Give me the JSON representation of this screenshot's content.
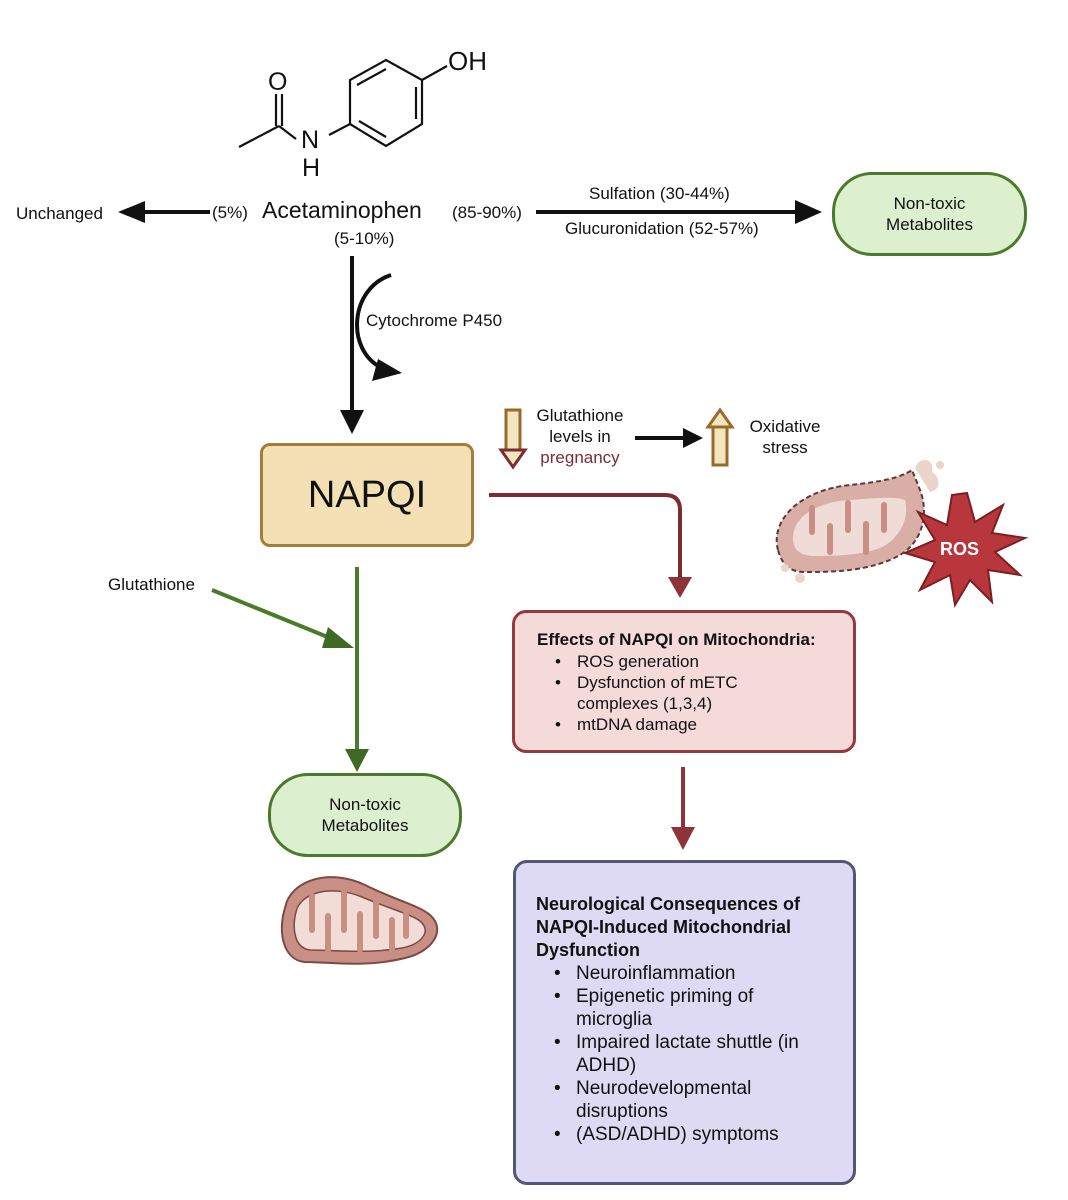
{
  "molecule": {
    "name": "acetaminophen-structure",
    "atoms": {
      "oxygen": "O",
      "nitrogen": "N",
      "hydrogen": "H",
      "hydroxyl": "OH"
    }
  },
  "acetaminophen": {
    "label": "Acetaminophen",
    "left_pct": "(5%)",
    "right_pct": "(85-90%)",
    "down_pct": "(5-10%)"
  },
  "unchanged": {
    "label": "Unchanged"
  },
  "conjugation": {
    "sulfation": "Sulfation (30-44%)",
    "glucuronidation": "Glucuronidation (52-57%)"
  },
  "nontoxic_top": {
    "line1": "Non-toxic",
    "line2": "Metabolites"
  },
  "cyp": {
    "label": "Cytochrome P450"
  },
  "napqi": {
    "label": "NAPQI"
  },
  "glutathione_note": {
    "line1": "Glutathione",
    "line2": "levels in",
    "line3": "pregnancy",
    "oxidative1": "Oxidative",
    "oxidative2": "stress"
  },
  "ros": {
    "label": "ROS"
  },
  "glutathione": {
    "label": "Glutathione"
  },
  "nontoxic_bottom": {
    "line1": "Non-toxic",
    "line2": "Metabolites"
  },
  "effects": {
    "title": "Effects of NAPQI on Mitochondria:",
    "items": [
      "ROS generation",
      "Dysfunction of  mETC complexes (1,3,4)",
      "mtDNA damage"
    ]
  },
  "neuro": {
    "title": "Neurological Consequences of NAPQI-Induced Mitochondrial Dysfunction",
    "items": [
      "Neuroinflammation",
      "Epigenetic priming of microglia",
      "Impaired lactate shuttle (in ADHD)",
      "Neurodevelopmental disruptions",
      "(ASD/ADHD) symptoms"
    ]
  },
  "colors": {
    "green": "#4a7a2c",
    "green_fill": "#dcefcf",
    "red": "#93393f",
    "red_fill": "#f5dada",
    "tan": "#a67c3a",
    "tan_fill": "#f3e1b5",
    "purple": "#55557a",
    "purple_fill": "#dedaf3",
    "pregnancy_text": "#7b2d32"
  }
}
